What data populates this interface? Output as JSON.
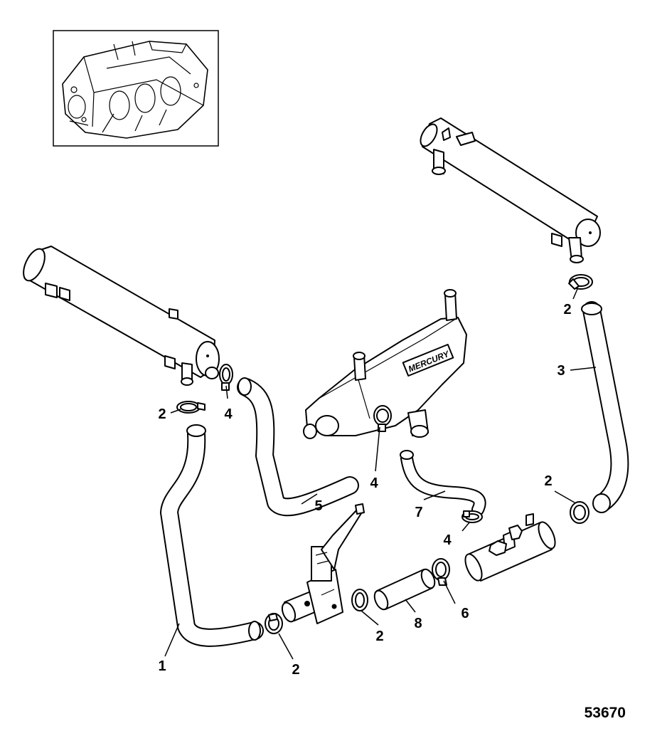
{
  "diagram": {
    "figure_number": "53670",
    "inset_label": "",
    "brand_plate_text": "MERCURY",
    "callouts": {
      "c1": "1",
      "c2a": "2",
      "c2b": "2",
      "c2c": "2",
      "c2d": "2",
      "c2e": "2",
      "c3": "3",
      "c4a": "4",
      "c4b": "4",
      "c4c": "4",
      "c5": "5",
      "c6": "6",
      "c7": "7",
      "c8": "8"
    }
  }
}
